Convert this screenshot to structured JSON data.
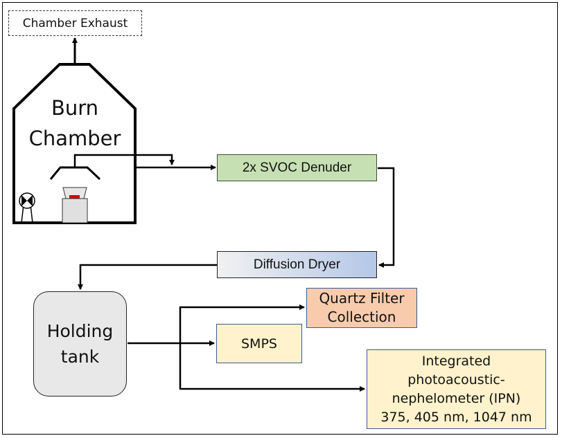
{
  "diagram": {
    "exhaust": {
      "label": "Chamber Exhaust"
    },
    "burn_chamber": {
      "line1": "Burn",
      "line2": "Chamber"
    },
    "denuder": {
      "label": "2x SVOC Denuder",
      "fill": "#c6e0b4"
    },
    "dryer": {
      "label": "Diffusion Dryer"
    },
    "holding_tank": {
      "line1": "Holding",
      "line2": "tank",
      "fill": "#e8e8e8"
    },
    "quartz": {
      "line1": "Quartz Filter",
      "line2": "Collection",
      "fill": "#f8cbad"
    },
    "smps": {
      "label": "SMPS",
      "fill": "#fff2cc"
    },
    "ipn": {
      "lines": [
        "Integrated",
        "photoacoustic-",
        "nephelometer (IPN)",
        "375, 405 nm, 1047 nm"
      ],
      "fill": "#fff2cc"
    },
    "flows": [
      {
        "from": "burn_chamber",
        "to": "exhaust"
      },
      {
        "from": "burn_chamber",
        "to": "denuder"
      },
      {
        "from": "denuder",
        "to": "dryer"
      },
      {
        "from": "dryer",
        "to": "holding_tank"
      },
      {
        "from": "holding_tank",
        "to": "quartz"
      },
      {
        "from": "holding_tank",
        "to": "smps"
      },
      {
        "from": "holding_tank",
        "to": "ipn"
      }
    ]
  }
}
